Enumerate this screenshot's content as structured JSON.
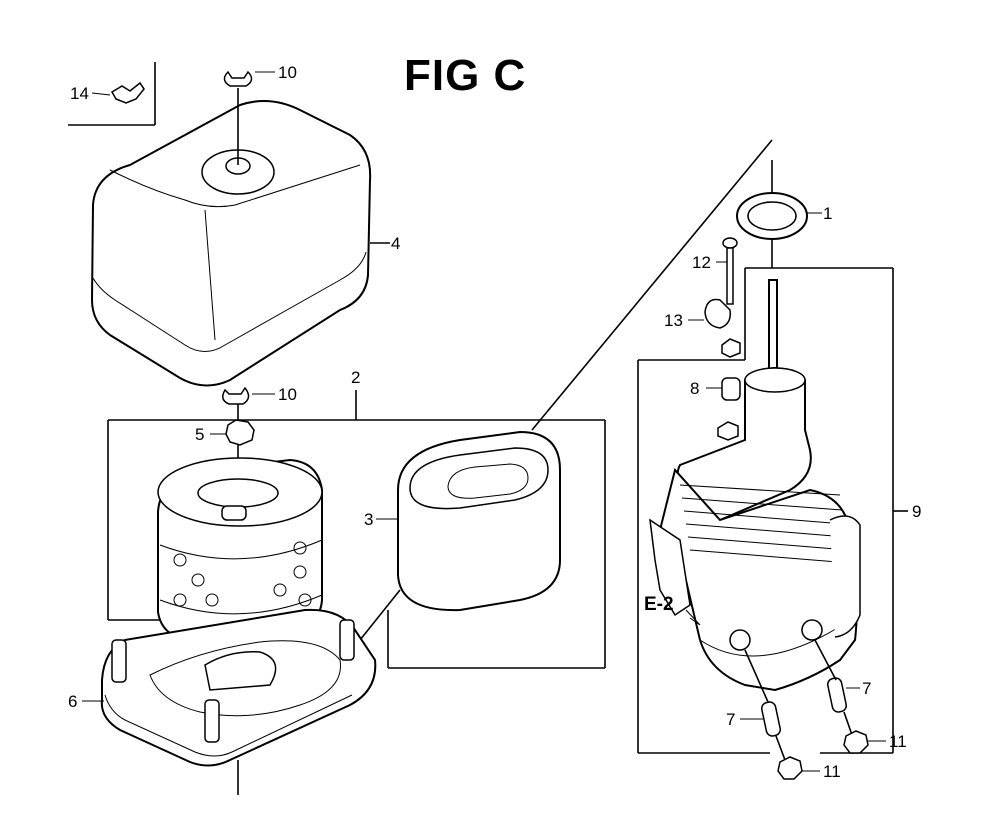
{
  "figure": {
    "title": "FIG C"
  },
  "reference": {
    "label": "E-2"
  },
  "callouts": {
    "c1": "1",
    "c2": "2",
    "c3": "3",
    "c4": "4",
    "c5": "5",
    "c6": "6",
    "c7a": "7",
    "c7b": "7",
    "c8": "8",
    "c9": "9",
    "c10a": "10",
    "c10b": "10",
    "c11a": "11",
    "c11b": "11",
    "c12": "12",
    "c13": "13",
    "c14": "14"
  }
}
